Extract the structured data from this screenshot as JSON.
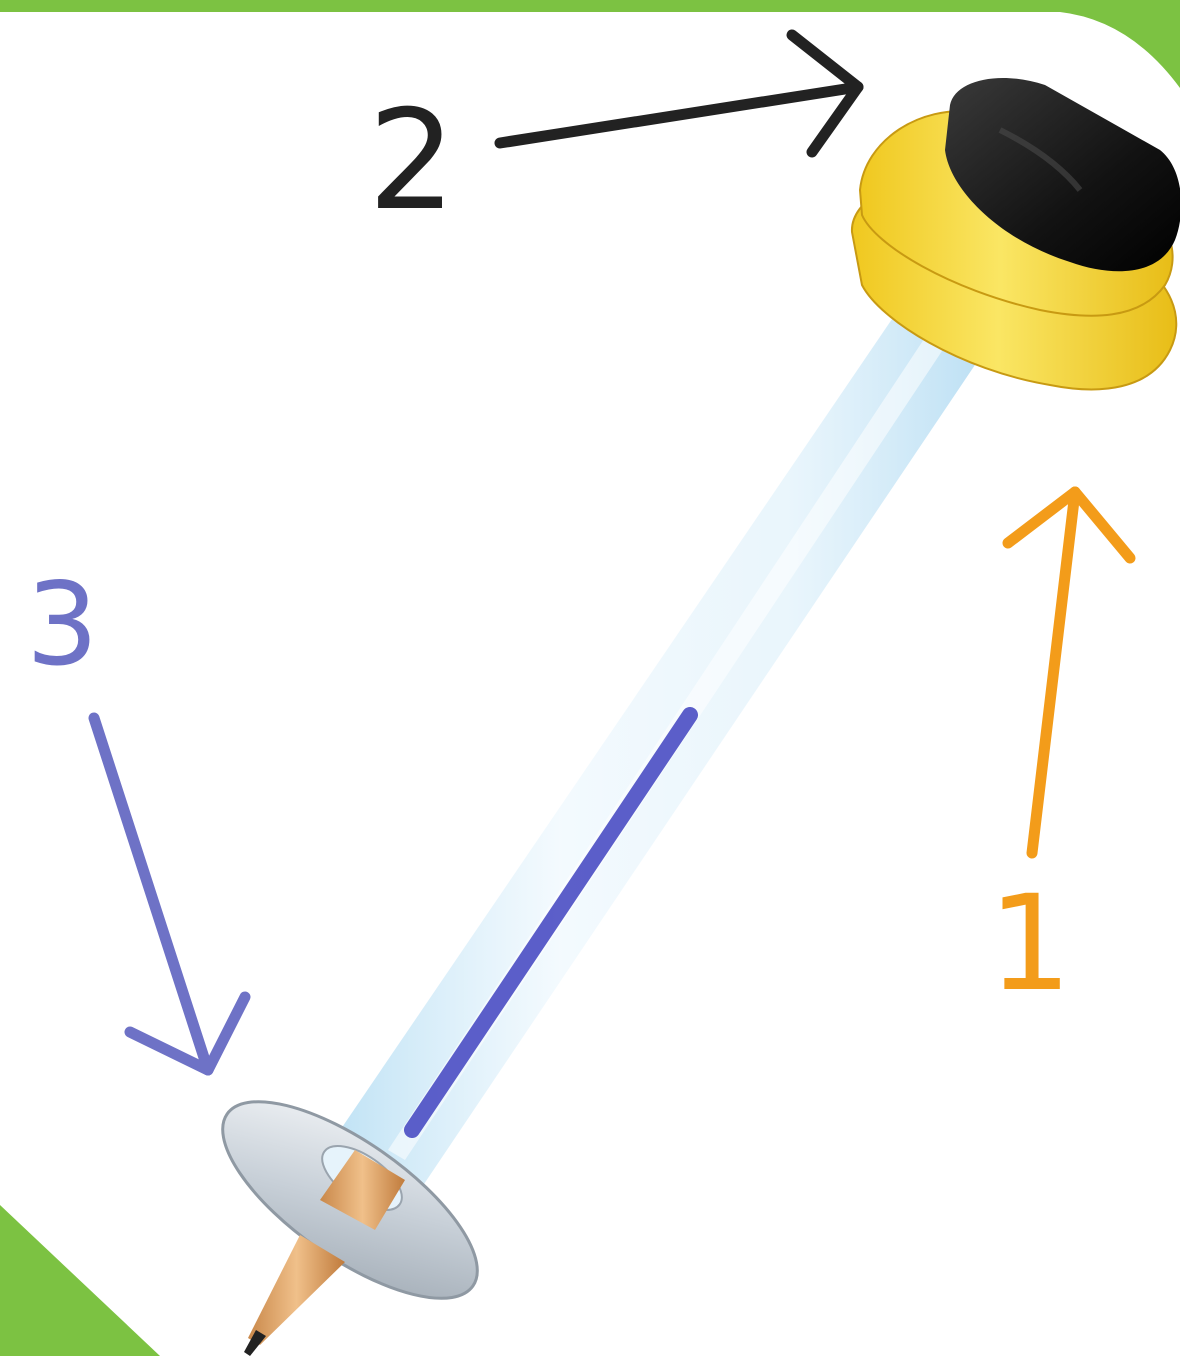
{
  "callouts": [
    {
      "id": "1",
      "label": "1",
      "color": "#f39c1a"
    },
    {
      "id": "2",
      "label": "2",
      "color": "#222222"
    },
    {
      "id": "3",
      "label": "3",
      "color": "#6e72c6"
    }
  ],
  "colors": {
    "background": "#ffffff",
    "frame_green": "#7cc242",
    "cap_yellow": "#f2d23a",
    "cap_black": "#1c1c1c",
    "tube": "#cfe9f8",
    "ink_line": "#4b4ec4",
    "washer": "#d7dde3",
    "pencil_wood": "#e0a55f"
  },
  "icons": {
    "pencil": "pencil-icon",
    "cap": "foam-cap-icon",
    "washer": "washer-icon"
  }
}
